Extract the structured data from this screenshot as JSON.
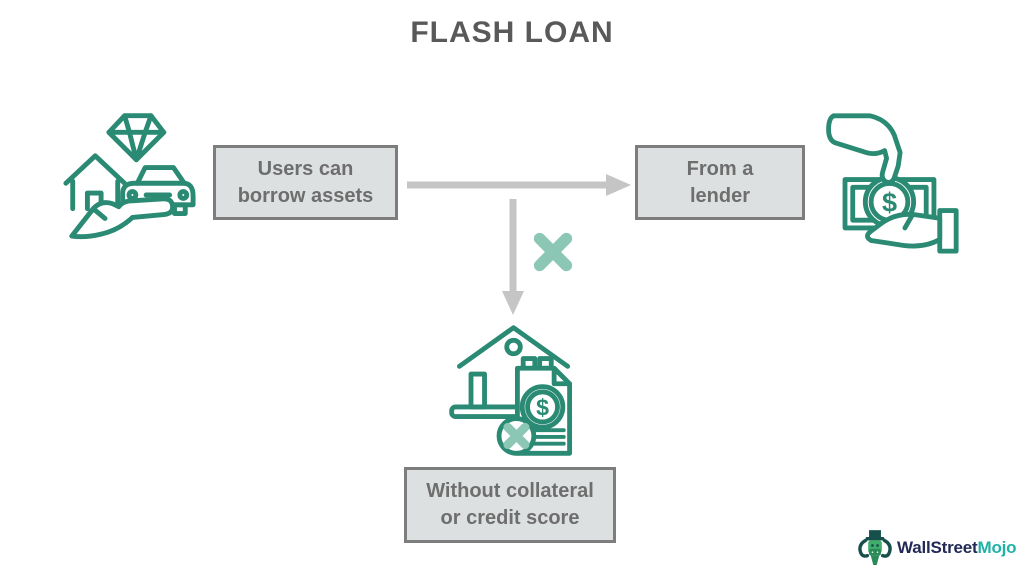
{
  "title": "FLASH LOAN",
  "nodes": {
    "users": {
      "lines": [
        "Users can",
        "borrow assets"
      ]
    },
    "lender": {
      "lines": [
        "From a",
        "lender"
      ]
    },
    "without": {
      "lines": [
        "Without collateral",
        "or credit score"
      ]
    }
  },
  "icons": {
    "left": "hand-holding-assets-icon",
    "right": "hand-giving-cash-icon",
    "bottom": "house-dollar-document-icon",
    "cross": "cross-mark-icon",
    "dollar": "$"
  },
  "logo": {
    "part1": "WallStreet",
    "part2": "Mojo"
  },
  "colors": {
    "icon_stroke": "#2a8a73",
    "cross": "#8cc6b5",
    "arrow": "#c5c5c5",
    "box_fill": "#dde0e0",
    "box_border": "#7d7d7d",
    "box_text": "#6e6e6e",
    "title_text": "#595959",
    "logo_dark": "#222a55",
    "logo_teal": "#1fb2a6",
    "mascot_green": "#3fae6a",
    "mascot_dark": "#17504a"
  }
}
